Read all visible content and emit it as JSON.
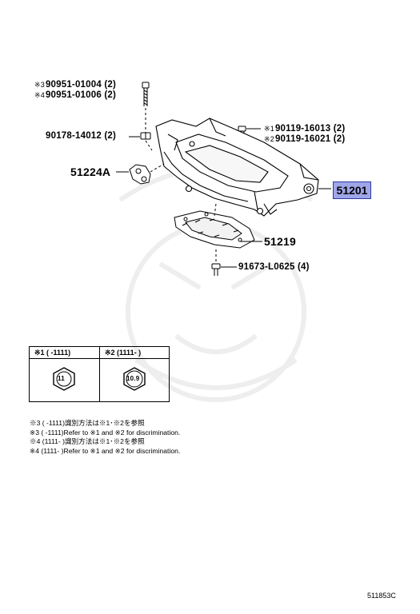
{
  "parts": {
    "bolt_a_mark": "※3",
    "bolt_a": "90951-01004 (2)",
    "bolt_b_mark": "※4",
    "bolt_b": "90951-01006 (2)",
    "nut": "90178-14012 (2)",
    "bolt_c_mark": "※1",
    "bolt_c": "90119-16013 (2)",
    "bolt_d_mark": "※2",
    "bolt_d": "90119-16021 (2)",
    "bracket": "51224A",
    "crossmember": "51201",
    "cover": "51219",
    "screw": "91673-L0625 (4)"
  },
  "table": {
    "col1_header": "※1 (      -1111)",
    "col2_header": "※2 (1111-      )",
    "col1_mark": "11",
    "col2_mark": "10.9"
  },
  "notes": [
    {
      "left": "※3 (      -1111)",
      "right": "識別方法は※1･※2を参照"
    },
    {
      "left": "※3 (      -1111)",
      "right": "Refer to ※1 and ※2 for discrimination."
    },
    {
      "left": "※4 (1111-      )",
      "right": "識別方法は※1･※2を参照"
    },
    {
      "left": "※4 (1111-      )",
      "right": "Refer to ※1 and ※2 for discrimination."
    }
  ],
  "diagram_code": "511853C"
}
